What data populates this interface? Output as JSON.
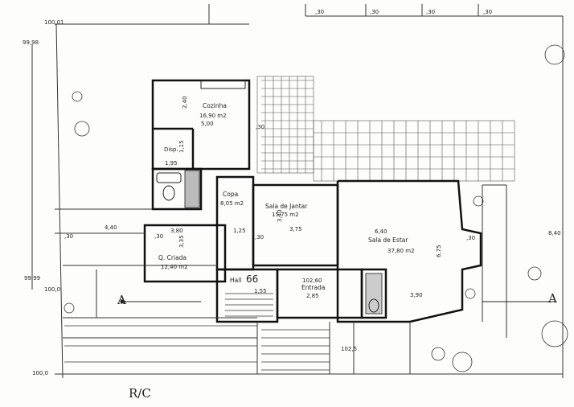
{
  "rooms": {
    "cozinha": {
      "name": "Cozinha",
      "area": "16,90 m2",
      "dim": "5,00"
    },
    "disp": {
      "name": "Disp.",
      "dim": "1,95"
    },
    "copa": {
      "name": "Copa",
      "area": "8,05 m2"
    },
    "sala_jantar": {
      "name": "Sala de Jantar",
      "area": "15,75 m2"
    },
    "sala_estar": {
      "name": "Sala de Estar",
      "area": "37,80 m2"
    },
    "q_criada": {
      "name": "Q. Criada",
      "area": "12,40 m2"
    },
    "hall": {
      "name": "Hall"
    },
    "entrada": {
      "name": "Entrada",
      "area": "2,85"
    }
  },
  "dims": {
    "d440": "4,40",
    "d380": "3,80",
    "d335": "3,35",
    "d375": "3,75",
    "d640": "6,40",
    "d675": "6,75",
    "d390": "3,90",
    "d340": "3,40",
    "d155": "1,55",
    "d125": "1,25",
    "d240": "2,40",
    "d115": "1,15",
    "d030": ",30",
    "d840": "8,40",
    "d102": "102,5",
    "d1026": "102,60"
  },
  "levels": {
    "l1": "100,01",
    "l2": "99,98",
    "l3": "99,99",
    "l4": "100,0",
    "l5": "100,0"
  },
  "markers": {
    "a_left": "A",
    "a_right": "A"
  },
  "sheet_label": "R/C",
  "page_numbers": "66"
}
